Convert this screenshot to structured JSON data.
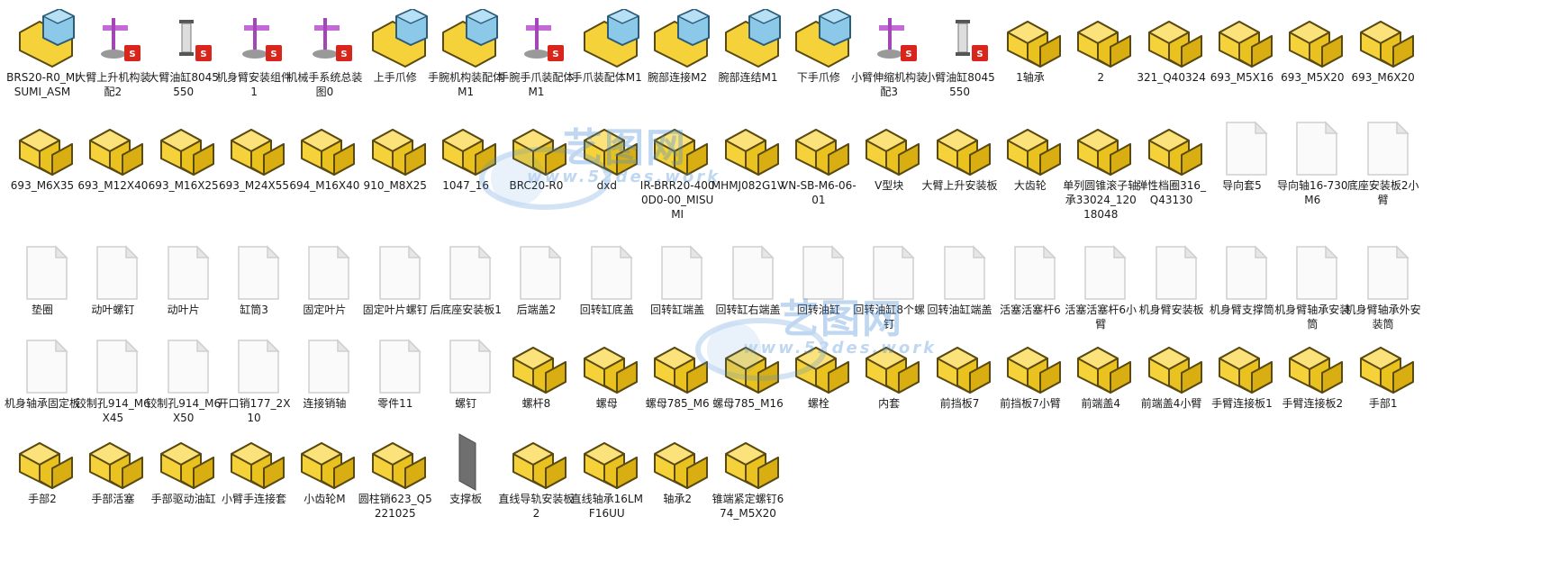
{
  "files": [
    {
      "icon": "assembly-part",
      "label": "BRS20-R0_MISUMI_ASM"
    },
    {
      "icon": "sw-assembly",
      "label": "大臂上升机构装配2"
    },
    {
      "icon": "sw-part",
      "label": "大臂油缸8045550"
    },
    {
      "icon": "sw-assembly",
      "label": "机身臂安装组件1"
    },
    {
      "icon": "sw-assembly",
      "label": "机械手系统总装图0"
    },
    {
      "icon": "assembly-part",
      "label": "上手爪修"
    },
    {
      "icon": "assembly-part",
      "label": "手腕机构装配体M1"
    },
    {
      "icon": "sw-assembly",
      "label": "手腕手爪装配体M1"
    },
    {
      "icon": "assembly-part",
      "label": "手爪装配体M1"
    },
    {
      "icon": "assembly-part",
      "label": "腕部连接M2"
    },
    {
      "icon": "assembly-part",
      "label": "腕部连结M1"
    },
    {
      "icon": "assembly-part",
      "label": "下手爪修"
    },
    {
      "icon": "sw-assembly",
      "label": "小臂伸缩机构装配3"
    },
    {
      "icon": "sw-part",
      "label": "小臂油缸8045550"
    },
    {
      "icon": "part",
      "label": "1轴承"
    },
    {
      "icon": "part",
      "label": "2"
    },
    {
      "icon": "part",
      "label": "321_Q40324"
    },
    {
      "icon": "part",
      "label": "693_M5X16"
    },
    {
      "icon": "part",
      "label": "693_M5X20"
    },
    {
      "icon": "part",
      "label": "693_M6X20"
    },
    {
      "icon": "part",
      "label": "693_M6X35"
    },
    {
      "icon": "part",
      "label": "693_M12X40"
    },
    {
      "icon": "part",
      "label": "693_M16X25"
    },
    {
      "icon": "part",
      "label": "693_M24X55"
    },
    {
      "icon": "part",
      "label": "694_M16X40"
    },
    {
      "icon": "part",
      "label": "910_M8X25"
    },
    {
      "icon": "part",
      "label": "1047_16"
    },
    {
      "icon": "part",
      "label": "BRC20-R0"
    },
    {
      "icon": "part",
      "label": "dxd"
    },
    {
      "icon": "part",
      "label": "IR-BRR20-4000D0-00_MISUMI"
    },
    {
      "icon": "part",
      "label": "MHMJ082G1V"
    },
    {
      "icon": "part",
      "label": "VN-SB-M6-06-01"
    },
    {
      "icon": "part",
      "label": "V型块"
    },
    {
      "icon": "part",
      "label": "大臂上升安装板"
    },
    {
      "icon": "part",
      "label": "大齿轮"
    },
    {
      "icon": "part",
      "label": "单列圆锥滚子轴承33024_12018048"
    },
    {
      "icon": "part",
      "label": "弹性档圈316_Q43130"
    },
    {
      "icon": "blank",
      "label": "导向套5"
    },
    {
      "icon": "blank",
      "label": "导向轴16-730M6"
    },
    {
      "icon": "blank",
      "label": "底座安装板2小臂"
    },
    {
      "icon": "blank",
      "label": "垫圈"
    },
    {
      "icon": "blank",
      "label": "动叶螺钉"
    },
    {
      "icon": "blank",
      "label": "动叶片"
    },
    {
      "icon": "blank",
      "label": "缸筒3"
    },
    {
      "icon": "blank",
      "label": "固定叶片"
    },
    {
      "icon": "blank",
      "label": "固定叶片螺钉"
    },
    {
      "icon": "blank",
      "label": "后底座安装板1"
    },
    {
      "icon": "blank",
      "label": "后端盖2"
    },
    {
      "icon": "blank",
      "label": "回转缸底盖"
    },
    {
      "icon": "blank",
      "label": "回转缸端盖"
    },
    {
      "icon": "blank",
      "label": "回转缸右端盖"
    },
    {
      "icon": "blank",
      "label": "回转油缸"
    },
    {
      "icon": "blank",
      "label": "回转油缸8个螺钉"
    },
    {
      "icon": "blank",
      "label": "回转油缸端盖"
    },
    {
      "icon": "blank",
      "label": "活塞活塞杆6"
    },
    {
      "icon": "blank",
      "label": "活塞活塞杆6小臂"
    },
    {
      "icon": "blank",
      "label": "机身臂安装板"
    },
    {
      "icon": "blank",
      "label": "机身臂支撑筒"
    },
    {
      "icon": "blank",
      "label": "机身臂轴承安装筒"
    },
    {
      "icon": "blank",
      "label": "机身臂轴承外安装筒"
    },
    {
      "icon": "blank",
      "label": "机身轴承固定板"
    },
    {
      "icon": "blank",
      "label": "铰制孔914_M6X45"
    },
    {
      "icon": "blank",
      "label": "铰制孔914_M6X50"
    },
    {
      "icon": "blank",
      "label": "开口销177_2X10"
    },
    {
      "icon": "blank",
      "label": "连接销轴"
    },
    {
      "icon": "blank",
      "label": "零件11"
    },
    {
      "icon": "blank",
      "label": "螺钉"
    },
    {
      "icon": "part",
      "label": "螺杆8"
    },
    {
      "icon": "part",
      "label": "螺母"
    },
    {
      "icon": "part",
      "label": "螺母785_M6"
    },
    {
      "icon": "part",
      "label": "螺母785_M16"
    },
    {
      "icon": "part",
      "label": "螺栓"
    },
    {
      "icon": "part",
      "label": "内套"
    },
    {
      "icon": "part",
      "label": "前挡板7"
    },
    {
      "icon": "part",
      "label": "前挡板7小臂"
    },
    {
      "icon": "part",
      "label": "前端盖4"
    },
    {
      "icon": "part",
      "label": "前端盖4小臂"
    },
    {
      "icon": "part",
      "label": "手臂连接板1"
    },
    {
      "icon": "part",
      "label": "手臂连接板2"
    },
    {
      "icon": "part",
      "label": "手部1"
    },
    {
      "icon": "part",
      "label": "手部2"
    },
    {
      "icon": "part",
      "label": "手部活塞"
    },
    {
      "icon": "part",
      "label": "手部驱动油缸"
    },
    {
      "icon": "part",
      "label": "小臂手连接套"
    },
    {
      "icon": "part",
      "label": "小齿轮M"
    },
    {
      "icon": "part",
      "label": "圆柱销623_Q5221025"
    },
    {
      "icon": "plate",
      "label": "支撑板"
    },
    {
      "icon": "part",
      "label": "直线导轨安装板2"
    },
    {
      "icon": "part",
      "label": "直线轴承16LMF16UU"
    },
    {
      "icon": "part",
      "label": "轴承2"
    },
    {
      "icon": "part",
      "label": "锥端紧定螺钉674_M5X20"
    }
  ],
  "watermarks": [
    {
      "brand": "艺图网",
      "url": "www.52des.work"
    },
    {
      "brand": "艺图网",
      "url": "www.52des.work"
    }
  ],
  "colors": {
    "part_yellow": "#f5d13a",
    "part_outline": "#5a4a10",
    "assembly_blue": "#8cc8e8",
    "sw_red": "#d9261c"
  }
}
